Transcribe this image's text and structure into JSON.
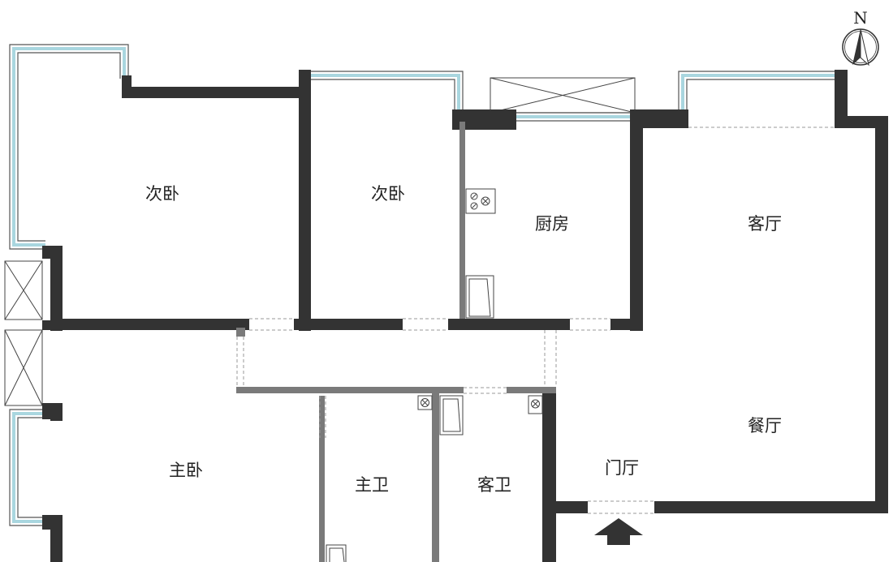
{
  "compass": {
    "north_label": "N"
  },
  "rooms": [
    {
      "id": "bedroom-nw",
      "label": "次卧"
    },
    {
      "id": "bedroom-n",
      "label": "次卧"
    },
    {
      "id": "kitchen",
      "label": "厨房"
    },
    {
      "id": "living-room",
      "label": "客厅"
    },
    {
      "id": "dining-room",
      "label": "餐厅"
    },
    {
      "id": "master-bedroom",
      "label": "主卧"
    },
    {
      "id": "master-bath",
      "label": "主卫"
    },
    {
      "id": "guest-bath",
      "label": "客卫"
    },
    {
      "id": "foyer",
      "label": "门厅"
    }
  ],
  "colors": {
    "wall": "#333333",
    "partition": "#7a7a7a",
    "window_glass": "#a9d6df",
    "window_frame": "#555555",
    "background": "#ffffff"
  },
  "symbols": {
    "entrance": "entrance-arrow-icon",
    "stove": "stove-icon",
    "floor_drain": "floor-drain-icon",
    "sink": "sink-icon",
    "compass": "compass-icon"
  }
}
